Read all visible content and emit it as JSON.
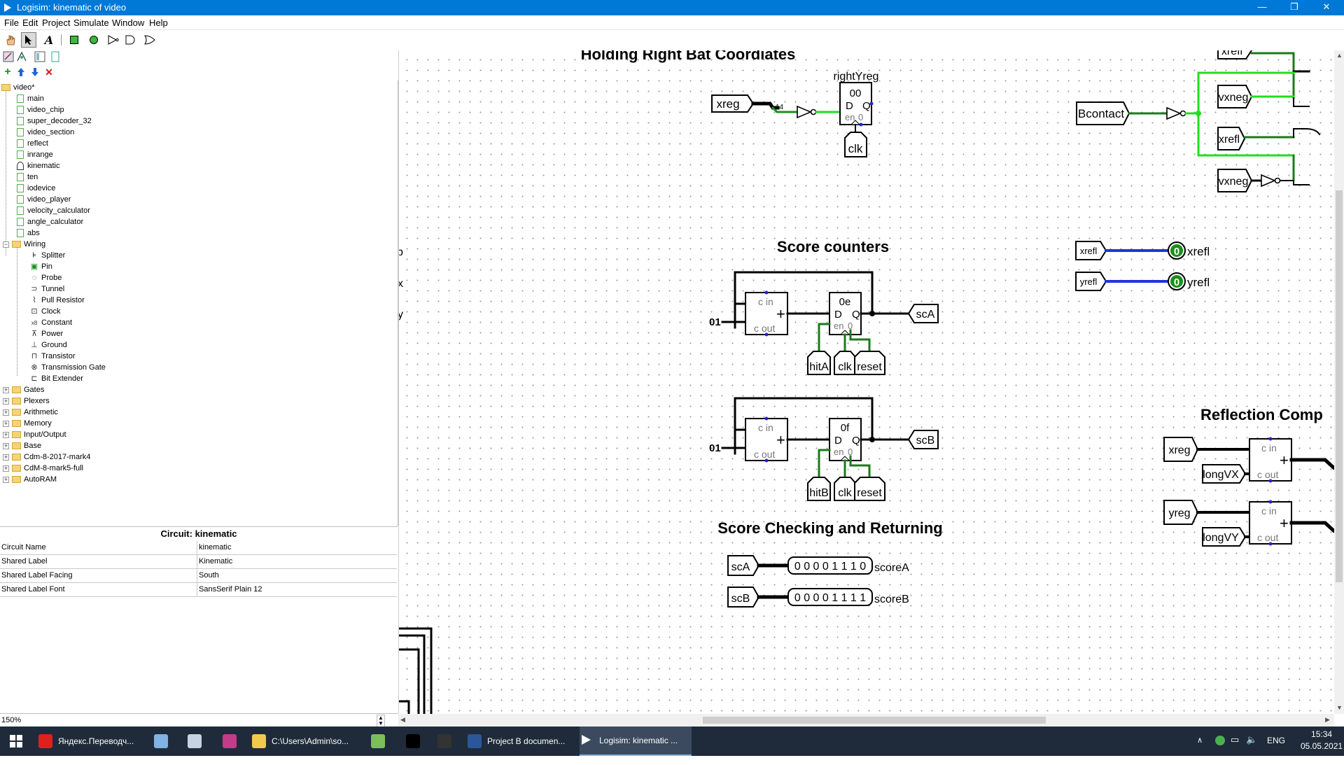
{
  "window": {
    "title": "Logisim: kinematic of video",
    "minimize": "—",
    "restore": "❐",
    "close": "✕"
  },
  "menu": [
    "File",
    "Edit",
    "Project",
    "Simulate",
    "Window",
    "Help"
  ],
  "explorer": {
    "project": "video*",
    "circuits": [
      "main",
      "video_chip",
      "super_decoder_32",
      "video_section",
      "reflect",
      "inrange",
      "kinematic",
      "ten",
      "iodevice",
      "video_player",
      "velocity_calculator",
      "angle_calculator",
      "abs"
    ],
    "wiring_folder": "Wiring",
    "wiring_items": [
      "Splitter",
      "Pin",
      "Probe",
      "Tunnel",
      "Pull Resistor",
      "Clock",
      "Constant",
      "Power",
      "Ground",
      "Transistor",
      "Transmission Gate",
      "Bit Extender"
    ],
    "constant_prefix": "x8",
    "libraries": [
      "Gates",
      "Plexers",
      "Arithmetic",
      "Memory",
      "Input/Output",
      "Base",
      "Cdm-8-2017-mark4",
      "CdM-8-mark5-full",
      "AutoRAM"
    ]
  },
  "attributes": {
    "header": "Circuit: kinematic",
    "rows": [
      {
        "key": "Circuit Name",
        "value": "kinematic"
      },
      {
        "key": "Shared Label",
        "value": "Kinematic"
      },
      {
        "key": "Shared Label Facing",
        "value": "South"
      },
      {
        "key": "Shared Label Font",
        "value": "SansSerif Plain 12"
      }
    ]
  },
  "zoom": "150%",
  "circuit": {
    "heading_bat": "Holding Right Bat Coordiates",
    "heading_score": "Score counters",
    "heading_check": "Score Checking and Returning",
    "heading_reflect": "Reflection Comp",
    "reg_rightY_label": "rightYreg",
    "reg_rightY_value": "00",
    "reg_A_value": "0e",
    "reg_B_value": "0f",
    "tunnels": {
      "xreg": "xreg",
      "clk": "clk",
      "Bcontact": "Bcontact",
      "xrefl": "xrefl",
      "vxneg": "vxneg",
      "yrefl": "yrefl",
      "scA": "scA",
      "scB": "scB",
      "hitA": "hitA",
      "hitB": "hitB",
      "reset": "reset",
      "yreg": "yreg",
      "longVX": "longVX",
      "longVY": "longVY"
    },
    "split_label": "14",
    "const_01": "01",
    "probe_value": "0",
    "probe_xrefl_label": "xrefl",
    "probe_yrefl_label": "yrefl",
    "scoreA_bits": "0 0 0 0 1 1 1 0",
    "scoreB_bits": "0 0 0 0 1 1 1 1",
    "scoreA_label": "scoreA",
    "scoreB_label": "scoreB",
    "side_letters": [
      "b",
      "x",
      "y"
    ],
    "reg_d": "D",
    "reg_q": "Q",
    "reg_en": "en",
    "reg_zero": "0",
    "adder_cin": "c in",
    "adder_cout": "c out",
    "adder_plus": "+"
  },
  "taskbar": {
    "items": [
      {
        "label": "Яндекс.Переводч...",
        "color": "#e0201b"
      },
      {
        "label": "",
        "color": "#7fb2e5"
      },
      {
        "label": "",
        "color": "#c7d3e0"
      },
      {
        "label": "",
        "color": "#c43b8a"
      },
      {
        "label": "C:\\Users\\Admin\\so...",
        "color": "#f2c94c"
      },
      {
        "label": "",
        "color": "#7bbf5a"
      },
      {
        "label": "",
        "color": "#000000"
      },
      {
        "label": "",
        "color": "#333333"
      },
      {
        "label": "Project B documen...",
        "color": "#2b579a"
      },
      {
        "label": "Logisim: kinematic ...",
        "color": "#ffffff"
      }
    ],
    "lang": "ENG",
    "time": "15:34",
    "date": "05.05.2021"
  }
}
